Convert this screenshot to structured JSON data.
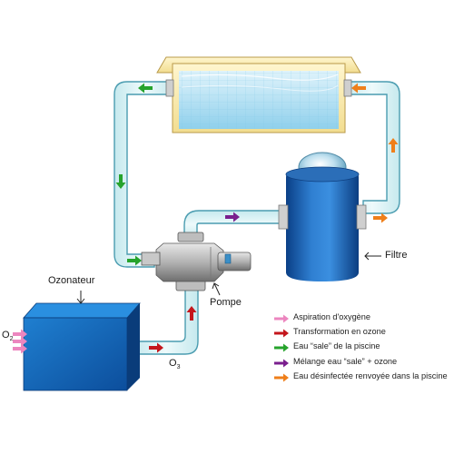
{
  "labels": {
    "ozonateur": "Ozonateur",
    "o2": "O",
    "o2_sub": "2",
    "o3": "O",
    "o3_sub": "3",
    "pompe": "Pompe",
    "filtre": "Filtre"
  },
  "legend": [
    {
      "color": "#ec86bf",
      "text": "Aspiration d'oxygène"
    },
    {
      "color": "#c4161c",
      "text": "Transformation en ozone"
    },
    {
      "color": "#26a32c",
      "text": "Eau “sale” de la piscine"
    },
    {
      "color": "#7a1f8e",
      "text": "Mélange eau “sale” + ozone"
    },
    {
      "color": "#ef7f1a",
      "text": "Eau désinfectée renvoyée dans la piscine"
    }
  ],
  "colors": {
    "pipe_fill": "#d8f1f3",
    "pipe_stroke": "#4a9cb0",
    "ozone_arrow": "#c4161c",
    "oxygen_arrow": "#ec86bf",
    "dirty_arrow": "#26a32c",
    "mix_arrow": "#7a1f8e",
    "clean_arrow": "#ef7f1a"
  }
}
